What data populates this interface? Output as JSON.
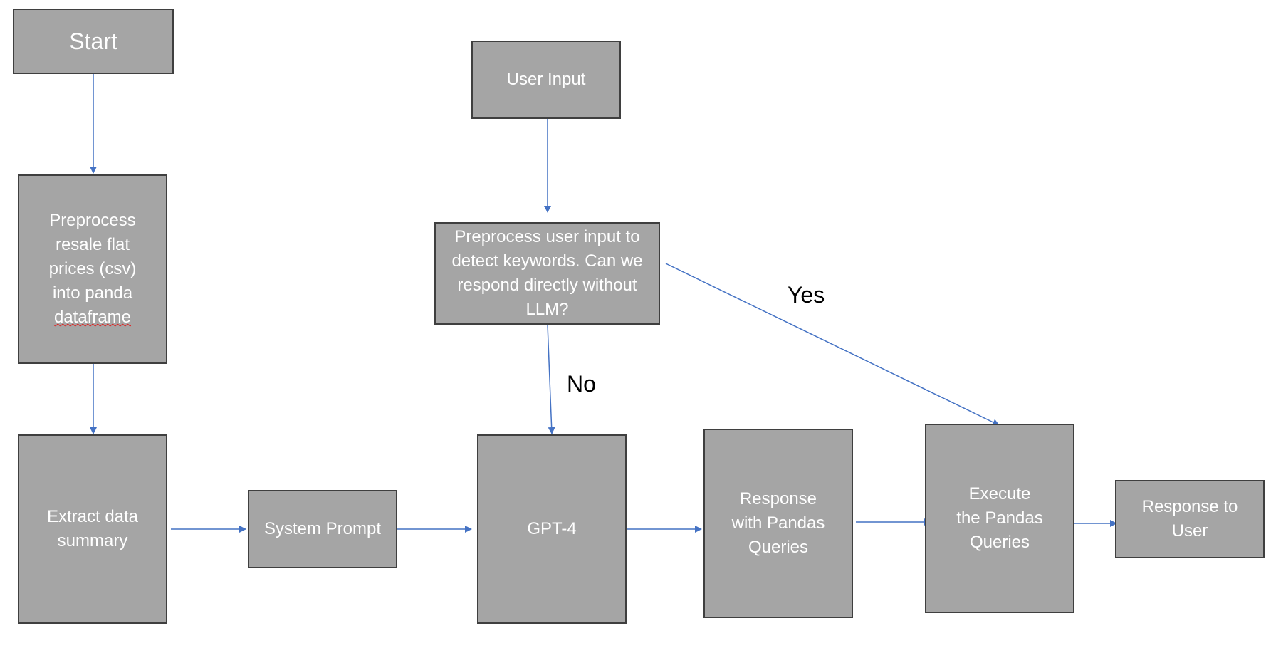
{
  "nodes": {
    "start": "Start",
    "preprocess_csv_lines": [
      "Preprocess",
      "resale flat",
      "prices (csv)",
      "into panda"
    ],
    "preprocess_csv_last": "dataframe",
    "extract_summary": "Extract data summary",
    "system_prompt": "System Prompt",
    "user_input": "User Input",
    "preprocess_user": "Preprocess user input to detect keywords. Can we respond directly without LLM?",
    "gpt4": "GPT-4",
    "response_queries": "Response with Pandas Queries",
    "execute_queries": "Execute the Pandas Queries",
    "response_user": "Response to User"
  },
  "edge_labels": {
    "yes": "Yes",
    "no": "No"
  },
  "colors": {
    "node_fill": "#a5a5a5",
    "node_border": "#3f3f3f",
    "node_text": "#ffffff",
    "arrow": "#4472c4"
  }
}
